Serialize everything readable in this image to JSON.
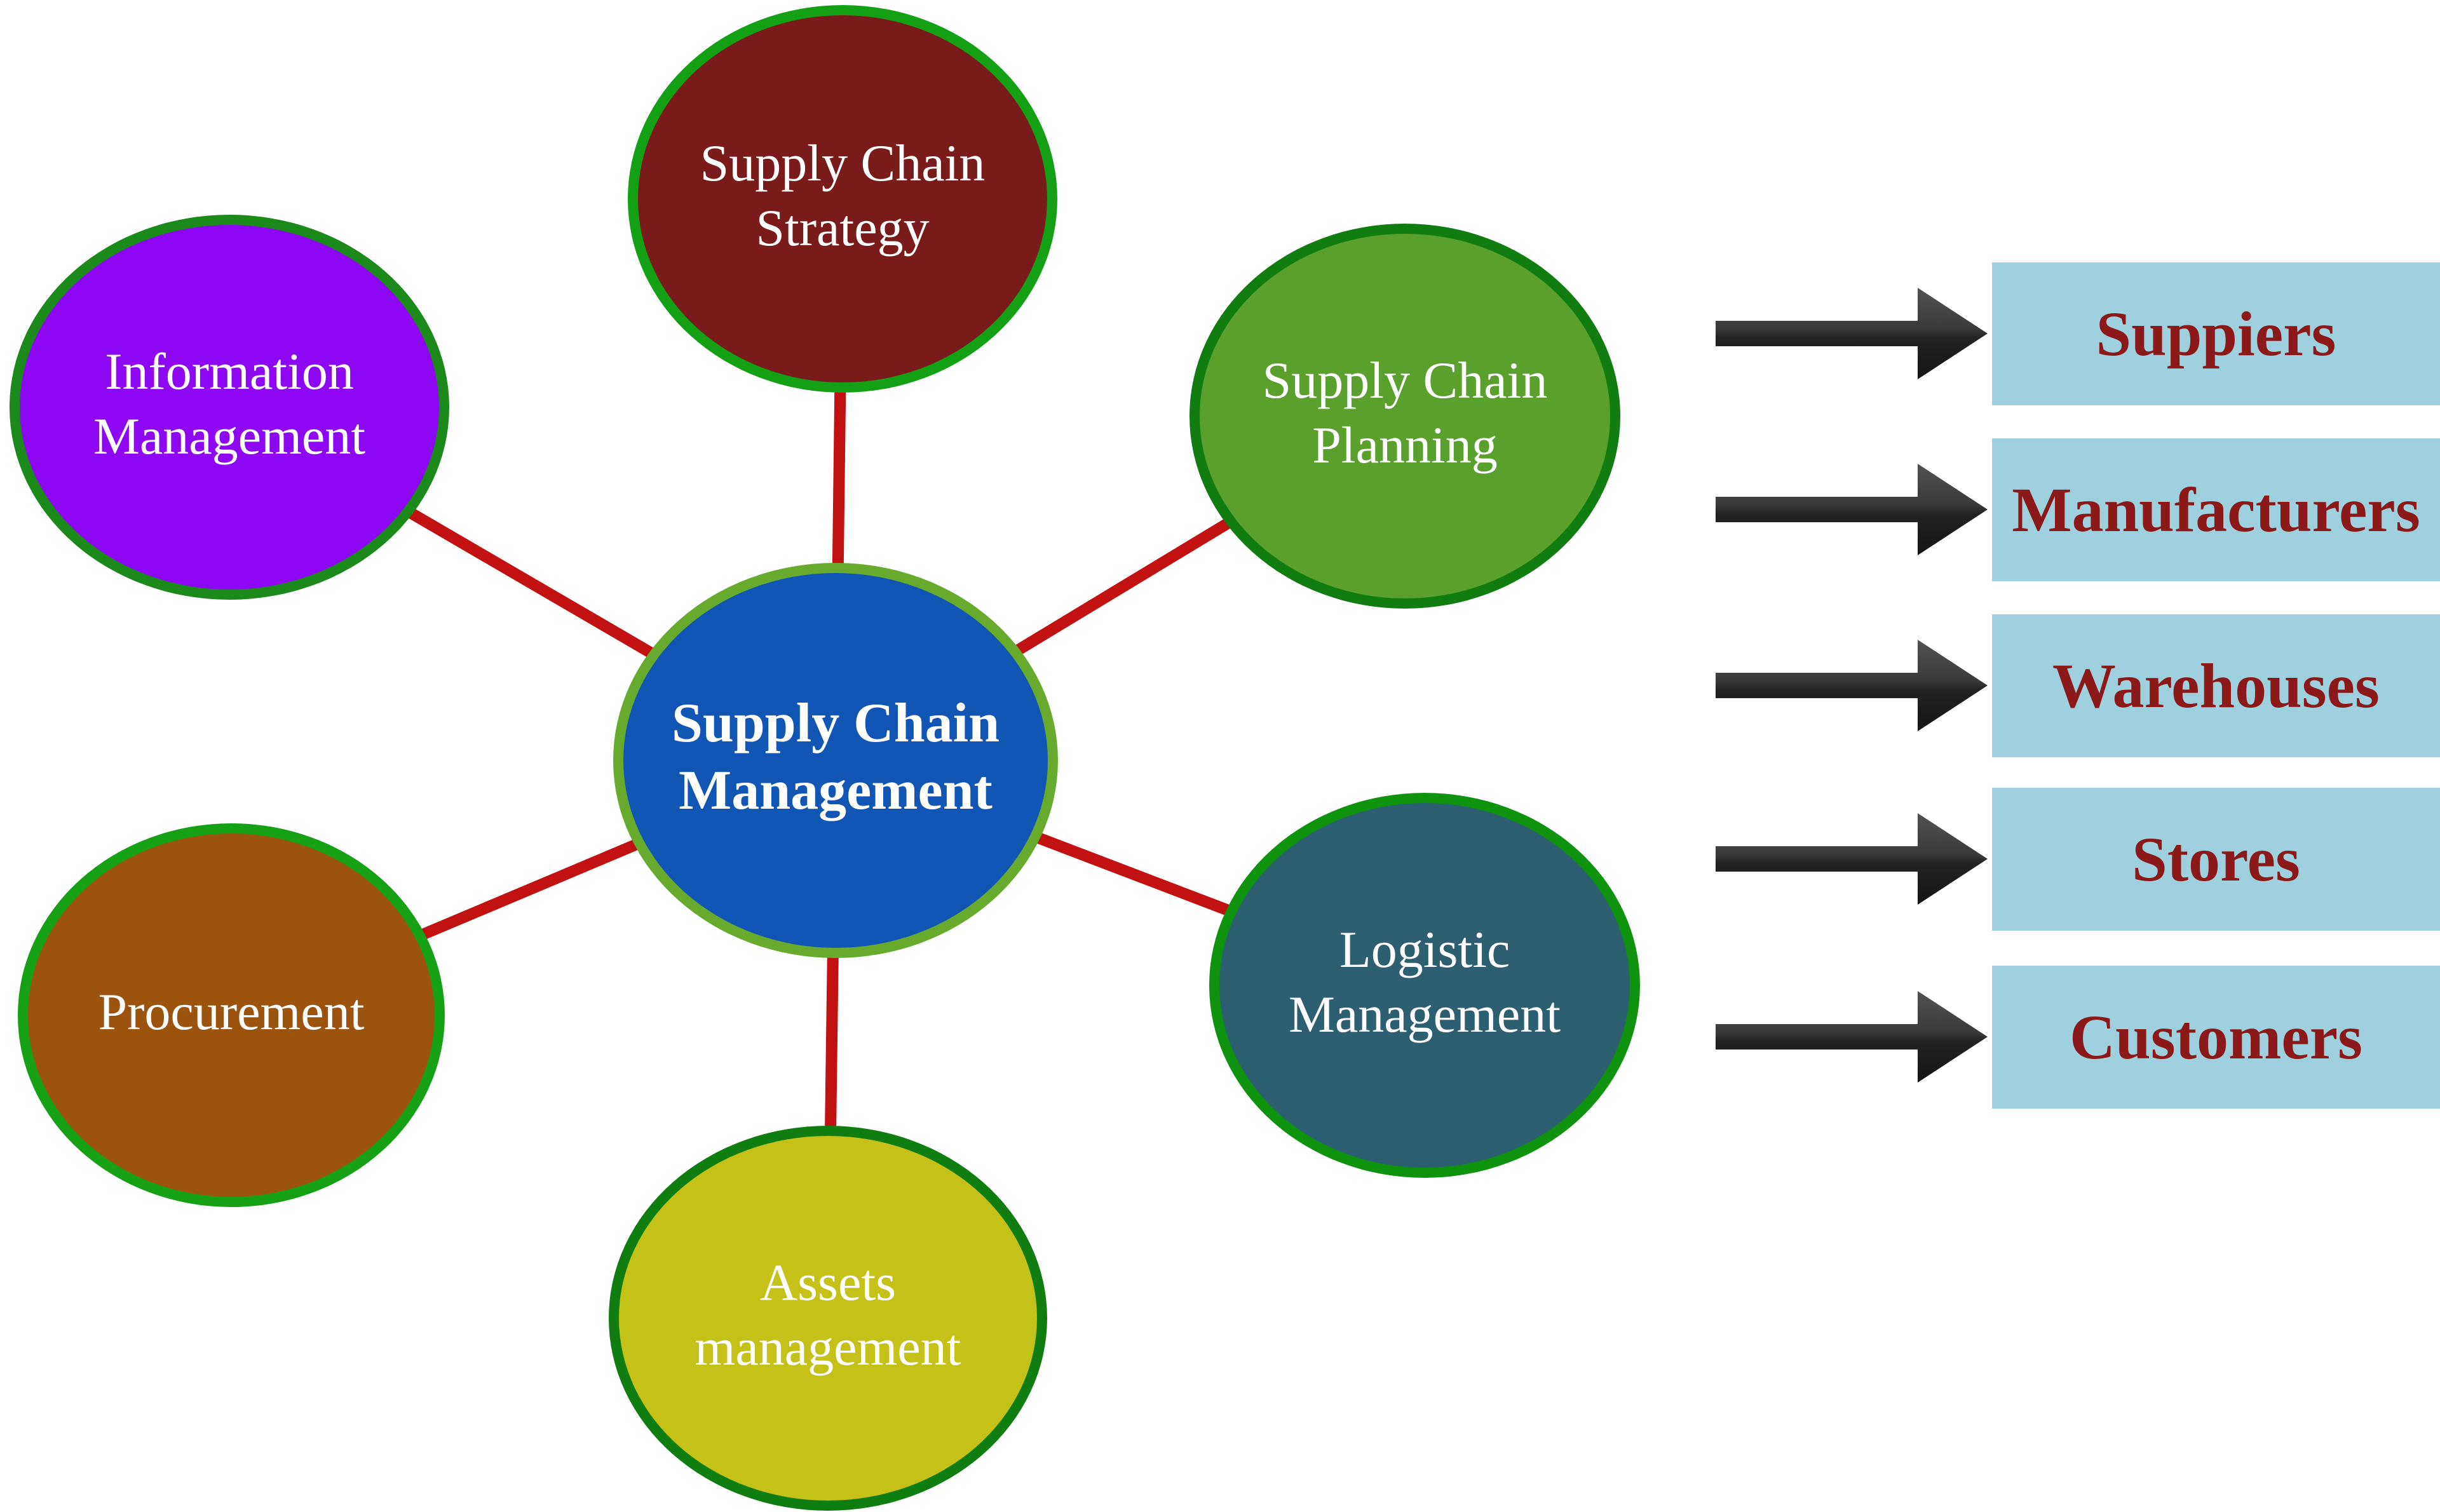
{
  "diagram": {
    "center": {
      "label": "Supply Chain\nManagement",
      "fill": "#1156b4",
      "border_color": "#66ab2d",
      "text_color": "#ffffff"
    },
    "satellites": [
      {
        "label": "Supply Chain\nStrategy",
        "fill": "#7a1b1b",
        "border_color": "#14a014",
        "text_color": "#ffffff"
      },
      {
        "label": "Supply Chain\nPlanning",
        "fill": "#59a02d",
        "border_color": "#117d11",
        "text_color": "#ffffff"
      },
      {
        "label": "Logistic\nManagement",
        "fill": "#2c5f70",
        "border_color": "#0f930f",
        "text_color": "#ffffff"
      },
      {
        "label": "Assets\nmanagement",
        "fill": "#c4c118",
        "border_color": "#107d10",
        "text_color": "#ffffff"
      },
      {
        "label": "Procurement",
        "fill": "#9b530e",
        "border_color": "#16a016",
        "text_color": "#ffffff"
      },
      {
        "label": "Information\nManagement",
        "fill": "#8d07f2",
        "border_color": "#1b8a1b",
        "text_color": "#ffffff"
      }
    ],
    "connector_color": "#c11111",
    "flow": {
      "arrow_color": "#2f2f2f",
      "box_fill": "#9ed1dd",
      "box_text_color": "#8b1919",
      "targets": [
        {
          "label": "Suppiers"
        },
        {
          "label": "Manufacturers"
        },
        {
          "label": "Warehouses"
        },
        {
          "label": "Stores"
        },
        {
          "label": "Customers"
        }
      ]
    }
  }
}
